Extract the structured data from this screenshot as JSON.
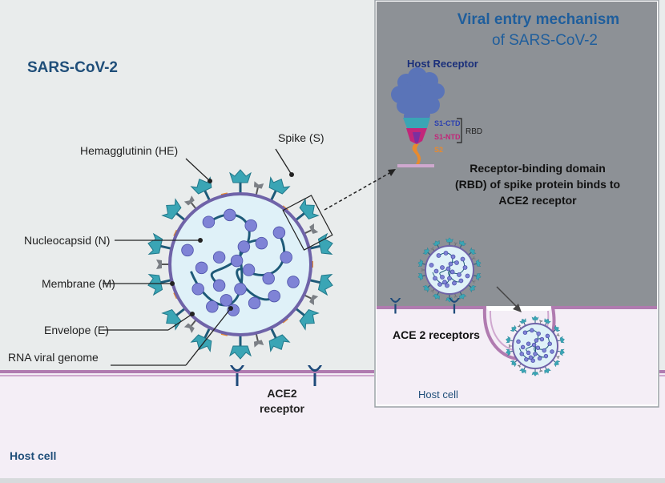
{
  "left": {
    "title": "SARS-CoV-2",
    "host_cell": "Host cell",
    "ace2_line1": "ACE2",
    "ace2_line2": "receptor",
    "labels": {
      "hemagglutinin": "Hemagglutinin (HE)",
      "spike": "Spike (S)",
      "nucleocapsid": "Nucleocapsid (N)",
      "membrane": "Membrane (M)",
      "envelope": "Envelope (E)",
      "rna": "RNA viral genome"
    }
  },
  "right": {
    "title_line1": "Viral entry mechanism",
    "title_line2": "of SARS-CoV-2",
    "host_receptor": "Host Receptor",
    "s1_ctd": "S1-CTD",
    "s1_ntd": "S1-NTD",
    "s2": "S2",
    "rbd": "RBD",
    "desc_line1": "Receptor-binding domain",
    "desc_line2": "(RBD) of spike protein binds to",
    "desc_line3": "ACE2 receptor",
    "ace2_receptors": "ACE 2 receptors",
    "host_cell": "Host cell"
  },
  "colors": {
    "background": "#e9ecec",
    "panel": "#8d9196",
    "cell": "#f4eef6",
    "membrane": "#b07bb0",
    "title_blue": "#1f4e79",
    "spike_teal": "#3aa5b5",
    "virus_inner": "#dff1f8",
    "nucleo": "#7f83d6",
    "rna": "#1e5a78",
    "ace2": "#1e4a7a",
    "envelope_orange": "#e88a2e"
  }
}
